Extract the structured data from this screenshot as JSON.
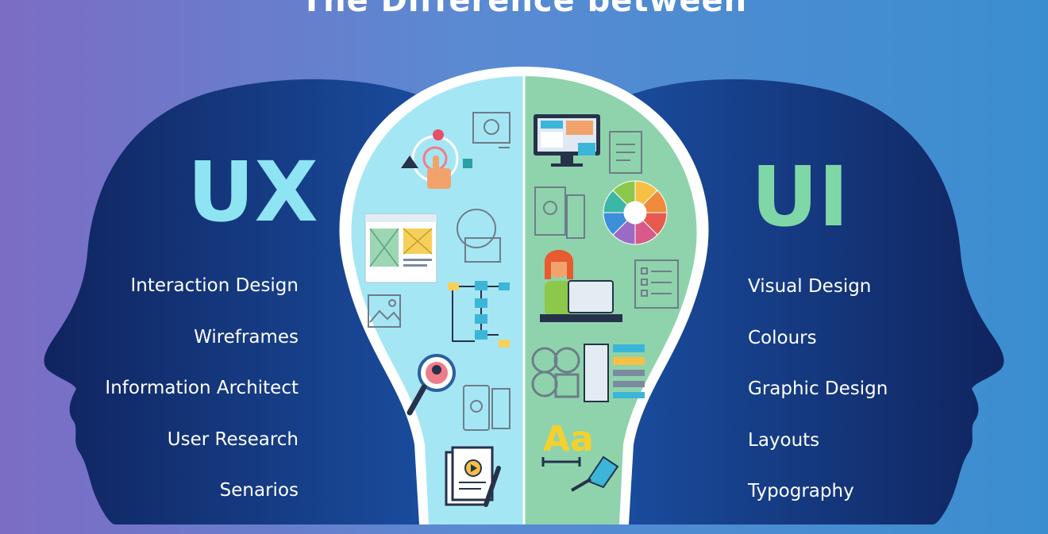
{
  "title": "The Difference between",
  "ux": {
    "heading": "UX",
    "items": [
      "Interaction Design",
      "Wireframes",
      "Information Architect",
      "User Research",
      "Senarios"
    ]
  },
  "ui": {
    "heading": "UI",
    "items": [
      "Visual Design",
      "Colours",
      "Graphic Design",
      "Layouts",
      "Typography"
    ]
  },
  "icons": {
    "typography_glyph": "Aa",
    "left_half": [
      "tap-target-icon",
      "camera-wireframe-icon",
      "wireframe-card-icon",
      "user-flow-icon",
      "image-placeholder-icon",
      "magnifier-user-icon",
      "mobile-wireframe-icon",
      "document-video-icon"
    ],
    "right_half": [
      "monitor-ui-icon",
      "document-icon",
      "color-wheel-icon",
      "designer-at-desk-icon",
      "checklist-icon",
      "shapes-icon",
      "style-guide-icon",
      "typography-icon"
    ]
  },
  "colors": {
    "background_left": "#7c6cc4",
    "background_right": "#3a8ed0",
    "head": "#0d3680",
    "bulb_left": "#a5e6f4",
    "bulb_right": "#8fd3ac",
    "ux_accent": "#8ee4f2",
    "ui_accent": "#7fd7a8"
  }
}
